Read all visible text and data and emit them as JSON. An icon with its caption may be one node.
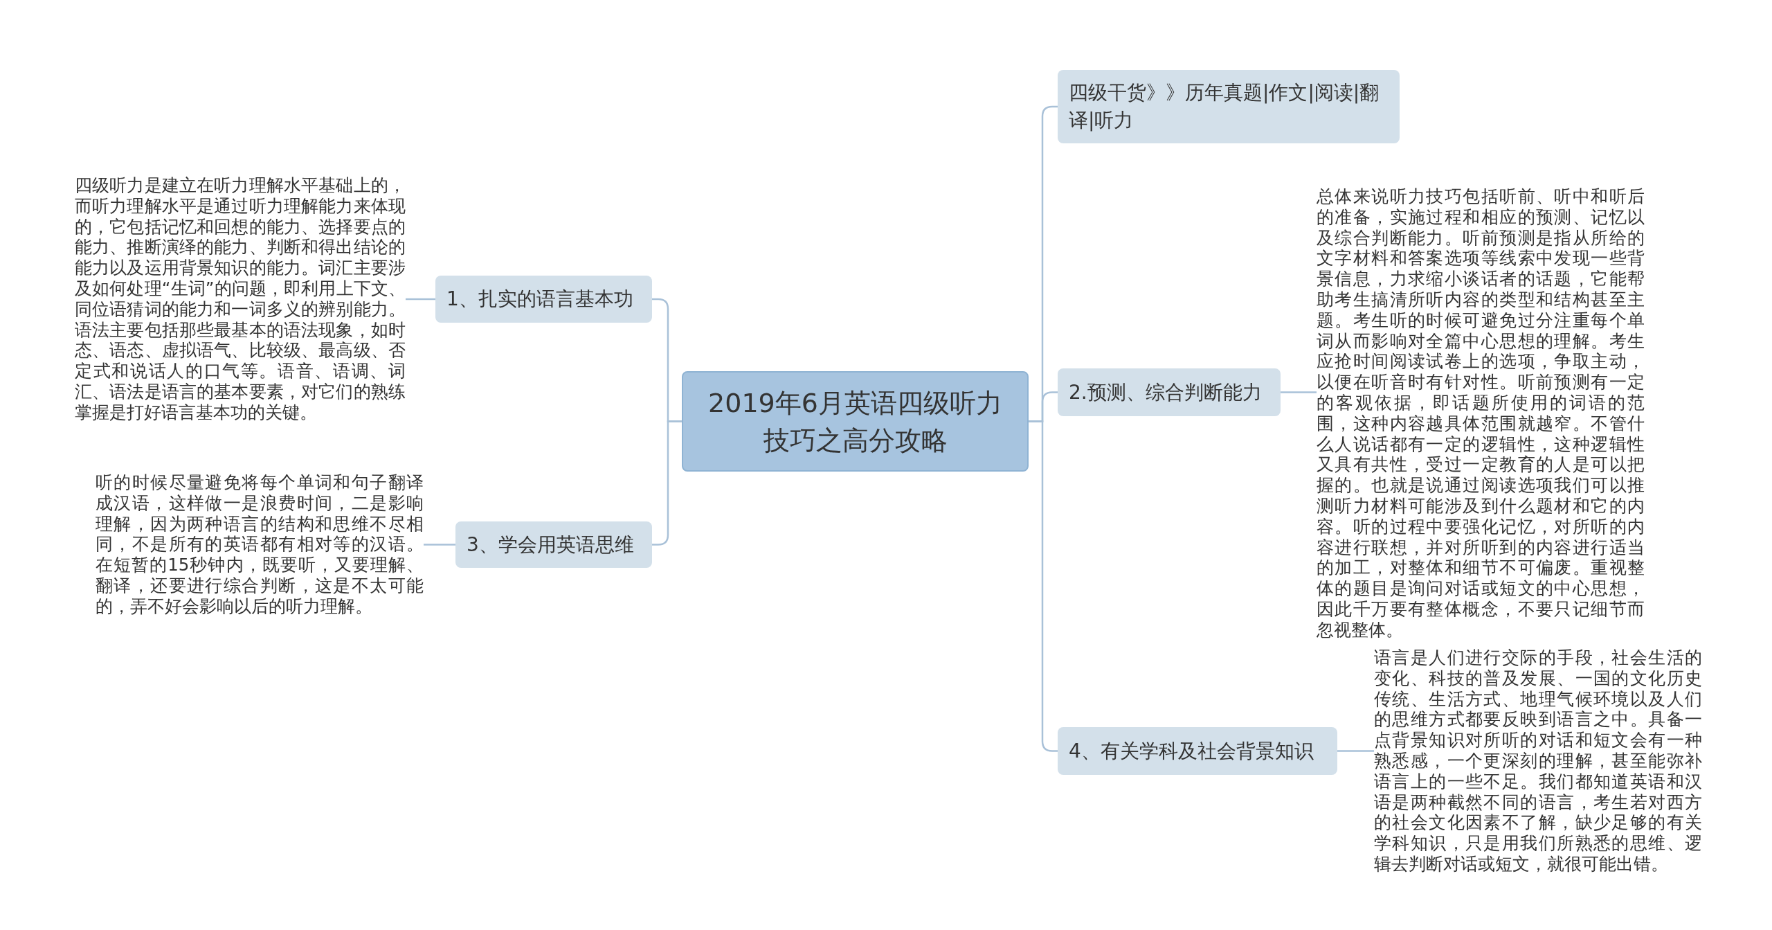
{
  "diagram": {
    "nodes": [
      {
        "text": [
          "2019年6月英语四级听力技巧之高分攻略"
        ]
      },
      {
        "text": [
          "1、扎实的语言基本功"
        ]
      },
      {
        "text": [
          "四级听力是建立在听力理解水平基础上的，而听力理解水平是通过听力理解能力来体现的，它包括记忆和回想的能力、选择要点的能力、推断演绎的能力、判断和得出结论的能力以及运用背景知识的能力。词汇主要涉及如何处理“生词”的问题，即利用上下文、同位语猜词的能力和一词多义的辨别能力。语法主要包括那些最基本的语法现象，如时态、语态、虚拟语气、比较级、最高级、否定式和说话人的口气等。语音、语调、词汇、语法是语言的基本要素，对它们的熟练掌握是打好语言基本功的关键。"
        ]
      },
      {
        "text": [
          "3、学会用英语思维"
        ]
      },
      {
        "text": [
          "听的时候尽量避免将每个单词和句子翻译成汉语，这样做一是浪费时间，二是影响理解，因为两种语言的结构和思维不尽相同，不是所有的英语都有相对等的汉语。在短暂的15秒钟内，既要听，又要理解、翻译，还要进行综合判断，这是不太可能的，弄不好会影响以后的听力理解。"
        ]
      },
      {
        "text": [
          "四级干货》》历年真题|作文|阅读|翻译|听力"
        ]
      },
      {
        "text": [
          "2.预测、综合判断能力"
        ]
      },
      {
        "text": [
          "总体来说听力技巧包括听前、听中和听后的准备，实施过程和相应的预测、记忆以及综合判断能力。听前预测是指从所给的文字材料和答案选项等线索中发现一些背景信息，力求缩小谈话者的话题，它能帮助考生搞清所听内容的类型和结构甚至主题。考生听的时候可避免过分注重每个单词从而影响对全篇中心思想的理解。考生应抢时间阅读试卷上的选项，争取主动，以便在听音时有针对性。听前预测有一定的客观依据，即话题所使用的词语的范围，这种内容越具体范围就越窄。不管什么人说话都有一定的逻辑性，这种逻辑性又具有共性，受过一定教育的人是可以把握的。也就是说通过阅读选项我们可以推测听力材料可能涉及到什么题材和它的内容。听的过程中要强化记忆，对所听的内容进行联想，并对所听到的内容进行适当的加工，对整体和细节不可偏废。重视整体的题目是询问对话或短文的中心思想，因此千万要有整体概念，不要只记细节而忽视整体。"
        ]
      },
      {
        "text": [
          "4、有关学科及社会背景知识"
        ]
      },
      {
        "text": [
          "语言是人们进行交际的手段，社会生活的变化、科技的普及发展、一国的文化历史传统、生活方式、地理气候环境以及人们的思维方式都要反映到语言之中。具备一点背景知识对所听的对话和短文会有一种熟悉感，一个更深刻的理解，甚至能弥补语言上的一些不足。我们都知道英语和汉语是两种截然不同的语言，考生若对西方的社会文化因素不了解，缺少足够的有关学科知识，只是用我们所熟悉的思维、逻辑去判断对话或短文，就很可能出错。"
        ]
      }
    ],
    "edges": [
      {
        "from": 0,
        "to": 1,
        "arrow": "none"
      },
      {
        "from": 1,
        "to": 2,
        "arrow": "none"
      },
      {
        "from": 0,
        "to": 3,
        "arrow": "none"
      },
      {
        "from": 3,
        "to": 4,
        "arrow": "none"
      },
      {
        "from": 0,
        "to": 5,
        "arrow": "none"
      },
      {
        "from": 0,
        "to": 6,
        "arrow": "none"
      },
      {
        "from": 6,
        "to": 7,
        "arrow": "none"
      },
      {
        "from": 0,
        "to": 8,
        "arrow": "none"
      },
      {
        "from": 8,
        "to": 9,
        "arrow": "none"
      }
    ]
  }
}
